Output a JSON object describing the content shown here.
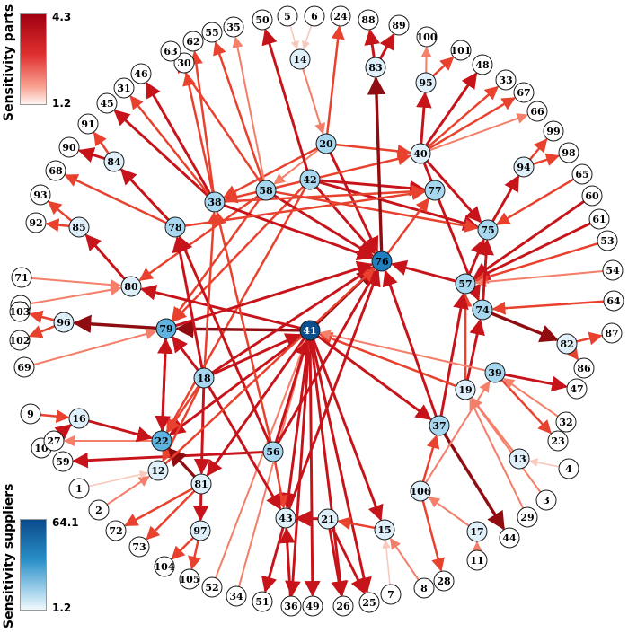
{
  "legend_parts": {
    "title": "Sensitivity parts",
    "max": "4.3",
    "min": "1.2"
  },
  "legend_suppliers": {
    "title": "Sensitivity suppliers",
    "max": "64.1",
    "min": "1.2"
  },
  "colors": {
    "edge_scale": [
      "#f9c9bd",
      "#f47f6a",
      "#e8412e",
      "#c7141a",
      "#8f0c10"
    ],
    "node_scale": [
      "#ffffff",
      "#dff0fa",
      "#a8d8f0",
      "#5fb3e0",
      "#1f7fbf",
      "#0b4f8f"
    ]
  },
  "nodes": [
    {
      "id": "1",
      "w": 0
    },
    {
      "id": "2",
      "w": 0
    },
    {
      "id": "3",
      "w": 0
    },
    {
      "id": "4",
      "w": 0
    },
    {
      "id": "5",
      "w": 0
    },
    {
      "id": "6",
      "w": 0
    },
    {
      "id": "7",
      "w": 0
    },
    {
      "id": "8",
      "w": 0
    },
    {
      "id": "9",
      "w": 0
    },
    {
      "id": "10",
      "w": 0
    },
    {
      "id": "11",
      "w": 0
    },
    {
      "id": "12",
      "w": 1
    },
    {
      "id": "13",
      "w": 1
    },
    {
      "id": "14",
      "w": 1
    },
    {
      "id": "15",
      "w": 1
    },
    {
      "id": "16",
      "w": 1
    },
    {
      "id": "17",
      "w": 1
    },
    {
      "id": "18",
      "w": 2
    },
    {
      "id": "19",
      "w": 1
    },
    {
      "id": "20",
      "w": 2
    },
    {
      "id": "21",
      "w": 1
    },
    {
      "id": "22",
      "w": 3
    },
    {
      "id": "23",
      "w": 0
    },
    {
      "id": "24",
      "w": 0
    },
    {
      "id": "25",
      "w": 0
    },
    {
      "id": "26",
      "w": 0
    },
    {
      "id": "27",
      "w": 0
    },
    {
      "id": "28",
      "w": 0
    },
    {
      "id": "29",
      "w": 0
    },
    {
      "id": "30",
      "w": 0
    },
    {
      "id": "31",
      "w": 0
    },
    {
      "id": "32",
      "w": 0
    },
    {
      "id": "33",
      "w": 0
    },
    {
      "id": "34",
      "w": 0
    },
    {
      "id": "35",
      "w": 0
    },
    {
      "id": "36",
      "w": 0
    },
    {
      "id": "37",
      "w": 2
    },
    {
      "id": "38",
      "w": 2
    },
    {
      "id": "39",
      "w": 2
    },
    {
      "id": "40",
      "w": 1
    },
    {
      "id": "41",
      "w": 5
    },
    {
      "id": "42",
      "w": 2
    },
    {
      "id": "43",
      "w": 1
    },
    {
      "id": "44",
      "w": 0
    },
    {
      "id": "45",
      "w": 0
    },
    {
      "id": "46",
      "w": 0
    },
    {
      "id": "47",
      "w": 0
    },
    {
      "id": "48",
      "w": 0
    },
    {
      "id": "49",
      "w": 0
    },
    {
      "id": "50",
      "w": 0
    },
    {
      "id": "51",
      "w": 0
    },
    {
      "id": "52",
      "w": 0
    },
    {
      "id": "53",
      "w": 0
    },
    {
      "id": "54",
      "w": 0
    },
    {
      "id": "55",
      "w": 0
    },
    {
      "id": "56",
      "w": 2
    },
    {
      "id": "57",
      "w": 2
    },
    {
      "id": "58",
      "w": 2
    },
    {
      "id": "59",
      "w": 0
    },
    {
      "id": "60",
      "w": 0
    },
    {
      "id": "61",
      "w": 0
    },
    {
      "id": "62",
      "w": 0
    },
    {
      "id": "63",
      "w": 0
    },
    {
      "id": "64",
      "w": 0
    },
    {
      "id": "65",
      "w": 0
    },
    {
      "id": "66",
      "w": 0
    },
    {
      "id": "67",
      "w": 0
    },
    {
      "id": "68",
      "w": 0
    },
    {
      "id": "69",
      "w": 0
    },
    {
      "id": "70",
      "w": 0
    },
    {
      "id": "71",
      "w": 0
    },
    {
      "id": "72",
      "w": 0
    },
    {
      "id": "73",
      "w": 0
    },
    {
      "id": "74",
      "w": 2
    },
    {
      "id": "75",
      "w": 2
    },
    {
      "id": "76",
      "w": 4
    },
    {
      "id": "77",
      "w": 2
    },
    {
      "id": "78",
      "w": 2
    },
    {
      "id": "79",
      "w": 3
    },
    {
      "id": "80",
      "w": 1
    },
    {
      "id": "81",
      "w": 1
    },
    {
      "id": "82",
      "w": 1
    },
    {
      "id": "83",
      "w": 1
    },
    {
      "id": "84",
      "w": 1
    },
    {
      "id": "85",
      "w": 1
    },
    {
      "id": "86",
      "w": 0
    },
    {
      "id": "87",
      "w": 0
    },
    {
      "id": "88",
      "w": 0
    },
    {
      "id": "89",
      "w": 0
    },
    {
      "id": "90",
      "w": 0
    },
    {
      "id": "91",
      "w": 0
    },
    {
      "id": "92",
      "w": 0
    },
    {
      "id": "93",
      "w": 0
    },
    {
      "id": "94",
      "w": 1
    },
    {
      "id": "95",
      "w": 1
    },
    {
      "id": "96",
      "w": 1
    },
    {
      "id": "97",
      "w": 1
    },
    {
      "id": "98",
      "w": 0
    },
    {
      "id": "99",
      "w": 0
    },
    {
      "id": "100",
      "w": 0
    },
    {
      "id": "101",
      "w": 0
    },
    {
      "id": "102",
      "w": 0
    },
    {
      "id": "103",
      "w": 0
    },
    {
      "id": "104",
      "w": 0
    },
    {
      "id": "105",
      "w": 0
    },
    {
      "id": "106",
      "w": 1
    }
  ],
  "edges": [
    [
      "5",
      "14",
      0
    ],
    [
      "6",
      "14",
      0
    ],
    [
      "14",
      "20",
      1
    ],
    [
      "20",
      "24",
      2
    ],
    [
      "20",
      "38",
      2
    ],
    [
      "20",
      "40",
      2
    ],
    [
      "20",
      "76",
      3
    ],
    [
      "20",
      "58",
      1
    ],
    [
      "42",
      "50",
      3
    ],
    [
      "42",
      "38",
      2
    ],
    [
      "42",
      "77",
      3
    ],
    [
      "42",
      "76",
      3
    ],
    [
      "42",
      "75",
      3
    ],
    [
      "42",
      "79",
      2
    ],
    [
      "42",
      "40",
      2
    ],
    [
      "42",
      "22",
      2
    ],
    [
      "58",
      "55",
      2
    ],
    [
      "58",
      "35",
      1
    ],
    [
      "58",
      "76",
      3
    ],
    [
      "58",
      "75",
      2
    ],
    [
      "58",
      "80",
      2
    ],
    [
      "58",
      "79",
      2
    ],
    [
      "58",
      "63",
      2
    ],
    [
      "38",
      "62",
      2
    ],
    [
      "38",
      "30",
      2
    ],
    [
      "38",
      "46",
      3
    ],
    [
      "38",
      "45",
      3
    ],
    [
      "38",
      "31",
      2
    ],
    [
      "38",
      "76",
      3
    ],
    [
      "38",
      "77",
      2
    ],
    [
      "83",
      "88",
      3
    ],
    [
      "83",
      "89",
      3
    ],
    [
      "76",
      "83",
      4
    ],
    [
      "95",
      "100",
      1
    ],
    [
      "95",
      "101",
      2
    ],
    [
      "40",
      "48",
      3
    ],
    [
      "40",
      "95",
      3
    ],
    [
      "40",
      "33",
      2
    ],
    [
      "40",
      "67",
      2
    ],
    [
      "40",
      "66",
      1
    ],
    [
      "40",
      "75",
      3
    ],
    [
      "40",
      "74",
      3
    ],
    [
      "94",
      "99",
      2
    ],
    [
      "94",
      "98",
      2
    ],
    [
      "75",
      "94",
      3
    ],
    [
      "65",
      "75",
      2
    ],
    [
      "60",
      "57",
      3
    ],
    [
      "61",
      "57",
      3
    ],
    [
      "53",
      "57",
      2
    ],
    [
      "54",
      "57",
      1
    ],
    [
      "64",
      "74",
      2
    ],
    [
      "57",
      "76",
      3
    ],
    [
      "57",
      "75",
      3
    ],
    [
      "74",
      "75",
      3
    ],
    [
      "74",
      "82",
      4
    ],
    [
      "82",
      "87",
      2
    ],
    [
      "82",
      "86",
      2
    ],
    [
      "39",
      "47",
      3
    ],
    [
      "39",
      "23",
      2
    ],
    [
      "32",
      "39",
      1
    ],
    [
      "19",
      "74",
      3
    ],
    [
      "19",
      "57",
      2
    ],
    [
      "37",
      "57",
      3
    ],
    [
      "19",
      "41",
      2
    ],
    [
      "39",
      "41",
      1
    ],
    [
      "37",
      "44",
      4
    ],
    [
      "37",
      "76",
      3
    ],
    [
      "29",
      "19",
      1
    ],
    [
      "106",
      "39",
      1
    ],
    [
      "106",
      "37",
      2
    ],
    [
      "106",
      "28",
      2
    ],
    [
      "17",
      "106",
      1
    ],
    [
      "4",
      "13",
      0
    ],
    [
      "13",
      "19",
      1
    ],
    [
      "3",
      "19",
      1
    ],
    [
      "41",
      "76",
      4
    ],
    [
      "41",
      "43",
      3
    ],
    [
      "41",
      "49",
      3
    ],
    [
      "41",
      "36",
      3
    ],
    [
      "41",
      "15",
      3
    ],
    [
      "41",
      "37",
      3
    ],
    [
      "41",
      "80",
      3
    ],
    [
      "41",
      "79",
      4
    ],
    [
      "41",
      "22",
      3
    ],
    [
      "41",
      "81",
      3
    ],
    [
      "34",
      "41",
      1
    ],
    [
      "52",
      "41",
      1
    ],
    [
      "41",
      "26",
      3
    ],
    [
      "41",
      "25",
      3
    ],
    [
      "21",
      "43",
      3
    ],
    [
      "21",
      "26",
      3
    ],
    [
      "21",
      "25",
      3
    ],
    [
      "15",
      "21",
      2
    ],
    [
      "7",
      "15",
      0
    ],
    [
      "8",
      "15",
      1
    ],
    [
      "11",
      "17",
      1
    ],
    [
      "43",
      "51",
      3
    ],
    [
      "43",
      "76",
      3
    ],
    [
      "36",
      "43",
      3
    ],
    [
      "56",
      "59",
      3
    ],
    [
      "56",
      "76",
      3
    ],
    [
      "56",
      "41",
      3
    ],
    [
      "56",
      "78",
      3
    ],
    [
      "56",
      "43",
      2
    ],
    [
      "56",
      "38",
      2
    ],
    [
      "18",
      "78",
      3
    ],
    [
      "18",
      "79",
      3
    ],
    [
      "18",
      "76",
      3
    ],
    [
      "18",
      "41",
      3
    ],
    [
      "18",
      "38",
      2
    ],
    [
      "18",
      "43",
      3
    ],
    [
      "18",
      "81",
      3
    ],
    [
      "18",
      "12",
      2
    ],
    [
      "18",
      "22",
      2
    ],
    [
      "81",
      "72",
      2
    ],
    [
      "81",
      "73",
      2
    ],
    [
      "81",
      "97",
      3
    ],
    [
      "81",
      "22",
      4
    ],
    [
      "2",
      "12",
      1
    ],
    [
      "1",
      "12",
      0
    ],
    [
      "12",
      "76",
      2
    ],
    [
      "97",
      "104",
      2
    ],
    [
      "97",
      "105",
      2
    ],
    [
      "22",
      "27",
      1
    ],
    [
      "22",
      "79",
      3
    ],
    [
      "79",
      "22",
      3
    ],
    [
      "16",
      "22",
      3
    ],
    [
      "10",
      "16",
      3
    ],
    [
      "9",
      "16",
      2
    ],
    [
      "79",
      "96",
      4
    ],
    [
      "96",
      "103",
      2
    ],
    [
      "96",
      "102",
      2
    ],
    [
      "69",
      "79",
      1
    ],
    [
      "80",
      "85",
      3
    ],
    [
      "70",
      "80",
      1
    ],
    [
      "71",
      "80",
      1
    ],
    [
      "85",
      "93",
      2
    ],
    [
      "85",
      "92",
      2
    ],
    [
      "78",
      "84",
      3
    ],
    [
      "78",
      "68",
      2
    ],
    [
      "84",
      "90",
      3
    ],
    [
      "84",
      "91",
      2
    ],
    [
      "79",
      "76",
      3
    ],
    [
      "78",
      "77",
      2
    ],
    [
      "76",
      "77",
      2
    ]
  ]
}
